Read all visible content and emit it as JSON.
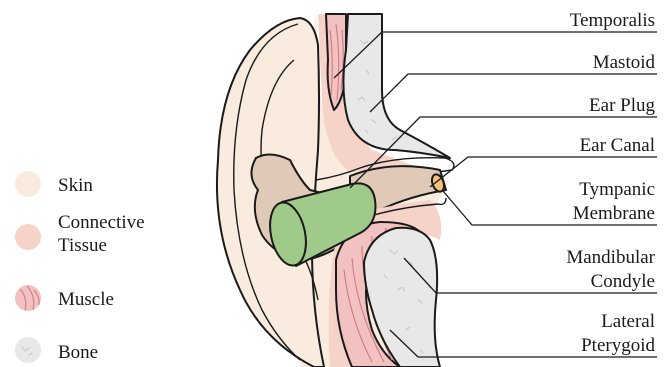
{
  "colors": {
    "skin": "#f9ebdd",
    "connective_tissue": "#f6d3c8",
    "muscle": "#f2c2c1",
    "bone": "#e8e8e8",
    "ear_plug": "#9fca8a",
    "ear_canal": "#e1c9b8",
    "tympanic_membrane": "#f2c078",
    "outline": "#1a1a1a"
  },
  "legend": [
    {
      "key": "skin",
      "label": "Skin"
    },
    {
      "key": "connective_tissue",
      "label_lines": [
        "Connective",
        "Tissue"
      ]
    },
    {
      "key": "muscle",
      "label": "Muscle"
    },
    {
      "key": "bone",
      "label": "Bone"
    }
  ],
  "labels": {
    "temporalis": [
      "Temporalis"
    ],
    "mastoid": [
      "Mastoid"
    ],
    "ear_plug": [
      "Ear Plug"
    ],
    "ear_canal": [
      "Ear Canal"
    ],
    "tympanic_membrane": [
      "Tympanic",
      "Membrane"
    ],
    "mandibular_condyle": [
      "Mandibular",
      "Condyle"
    ],
    "lateral_pterygoid": [
      "Lateral",
      "Pterygoid"
    ]
  }
}
